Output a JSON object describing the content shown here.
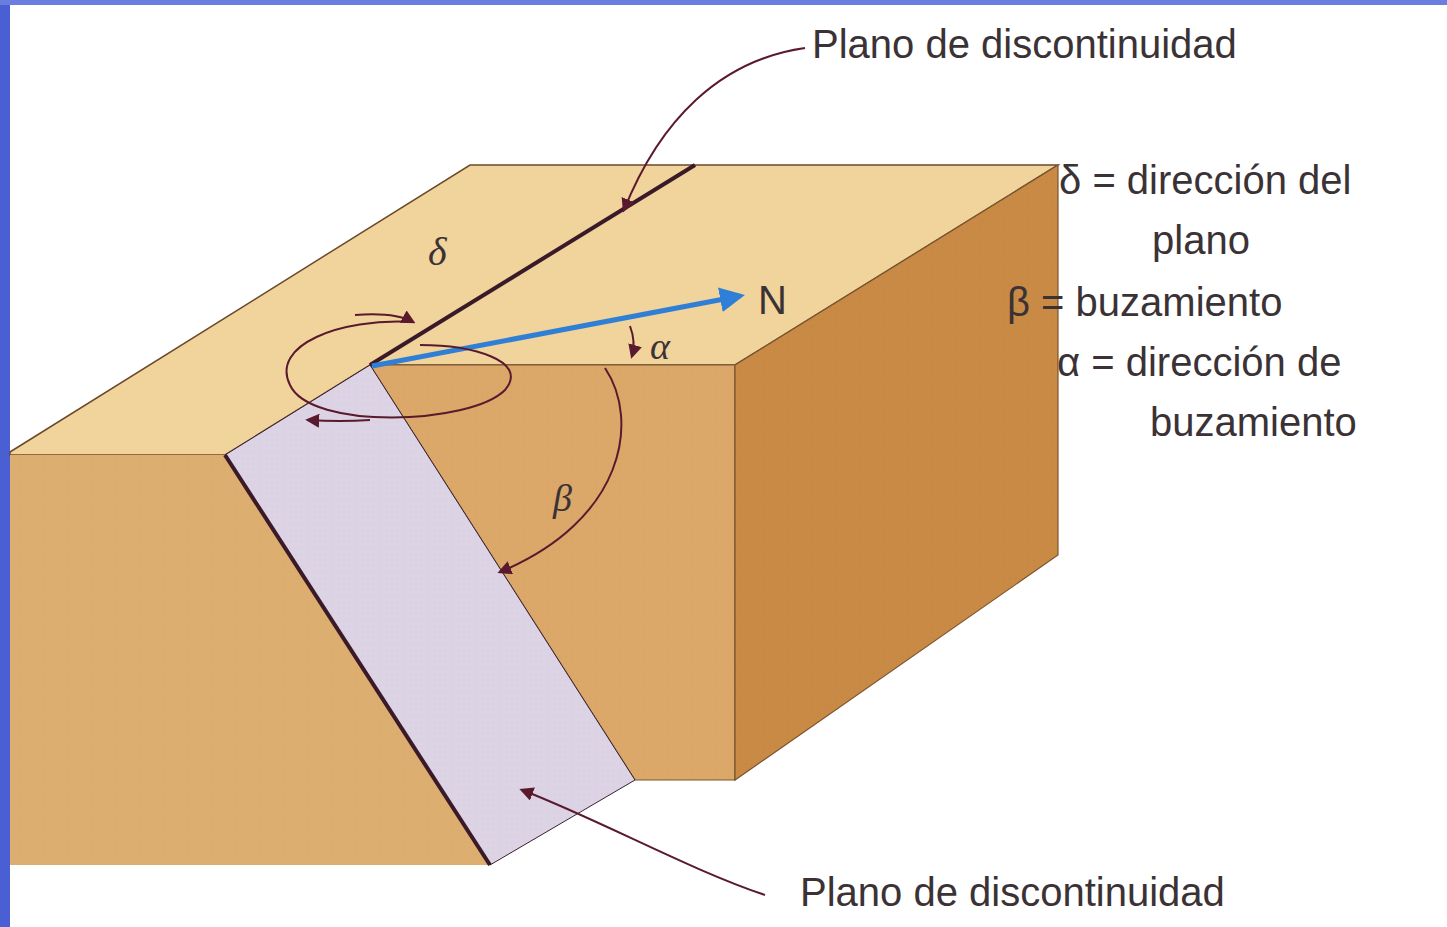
{
  "diagram": {
    "labels": [
      "Plano de discontinuidad",
      "δ",
      "N",
      "α",
      "β",
      "δ = dirección del plano",
      "β = buzamiento",
      "α = dirección de buzamiento",
      "Plano de discontinuidad"
    ]
  }
}
